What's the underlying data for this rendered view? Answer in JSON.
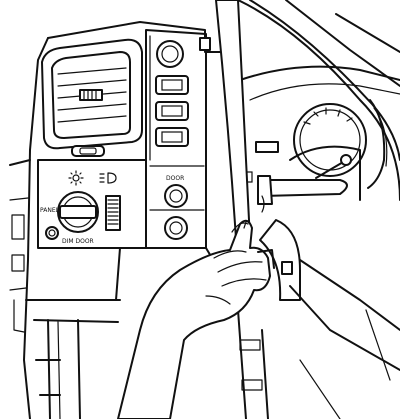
{
  "labels": {
    "panel_left_label": "PANEL",
    "panel_bottom_label": "DIM DOOR",
    "switch_label": "DOOR"
  }
}
